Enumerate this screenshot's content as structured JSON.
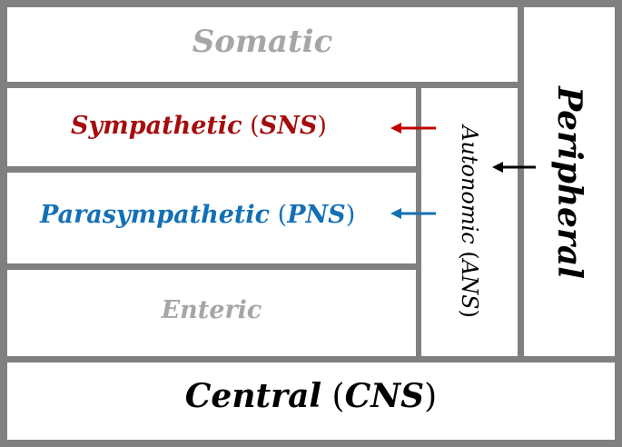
{
  "diagram": {
    "title": "Nervous system divisions",
    "boxes": {
      "somatic": {
        "label": "Somatic",
        "color": "#a6a6a6"
      },
      "sympathetic": {
        "label": "Sympathetic",
        "abbr": "SNS",
        "color": "#a50d0d"
      },
      "parasympathetic": {
        "label": "Parasympathetic",
        "abbr": "PNS",
        "color": "#1370b5"
      },
      "enteric": {
        "label": "Enteric",
        "color": "#a6a6a6"
      },
      "autonomic": {
        "label": "Autonomic",
        "abbr": "ANS",
        "color": "#000000"
      },
      "peripheral": {
        "label": "Peripheral",
        "color": "#000000"
      },
      "central": {
        "label": "Central",
        "abbr": "CNS",
        "color": "#000000"
      }
    },
    "arrows": [
      {
        "from": "peripheral",
        "to": "autonomic",
        "color": "#000000"
      },
      {
        "from": "autonomic",
        "to": "sympathetic",
        "color": "#c00000"
      },
      {
        "from": "autonomic",
        "to": "parasympathetic",
        "color": "#1370b5"
      }
    ],
    "border_color": "#808080"
  }
}
